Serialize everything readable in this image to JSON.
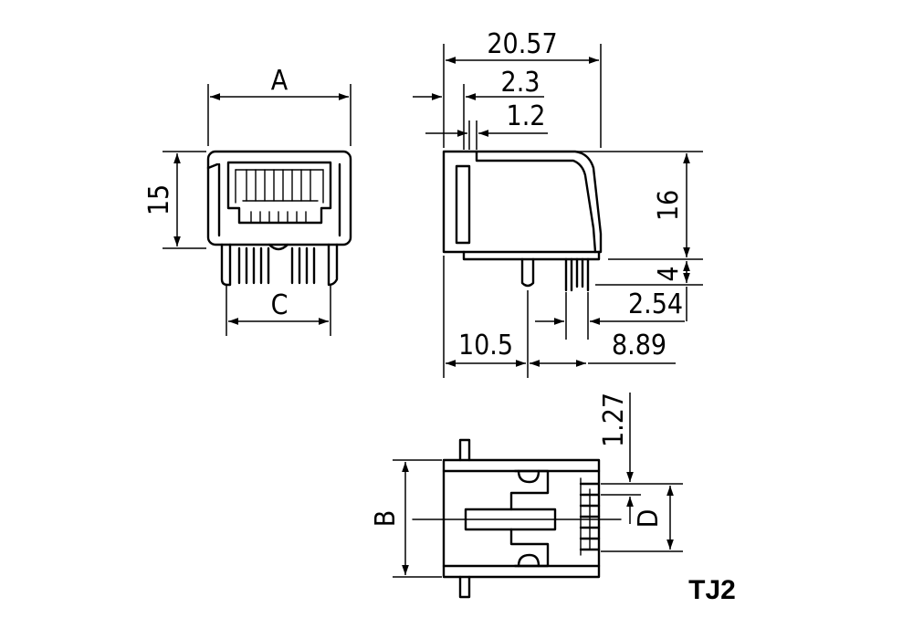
{
  "drawing": {
    "part_code": "TJ2",
    "front_view": {
      "width_label": "A",
      "height_label": "15",
      "pin_span_label": "C"
    },
    "side_view": {
      "overall_depth": "20.57",
      "offset_outer": "2.3",
      "offset_inner": "1.2",
      "body_height": "16",
      "pin_length": "4",
      "pin_pitch": "2.54",
      "post_offset": "10.5",
      "pin_row_offset": "8.89"
    },
    "bottom_view": {
      "width_label": "B",
      "pin_pitch_label": "1.27",
      "pin_row_label": "D"
    }
  }
}
